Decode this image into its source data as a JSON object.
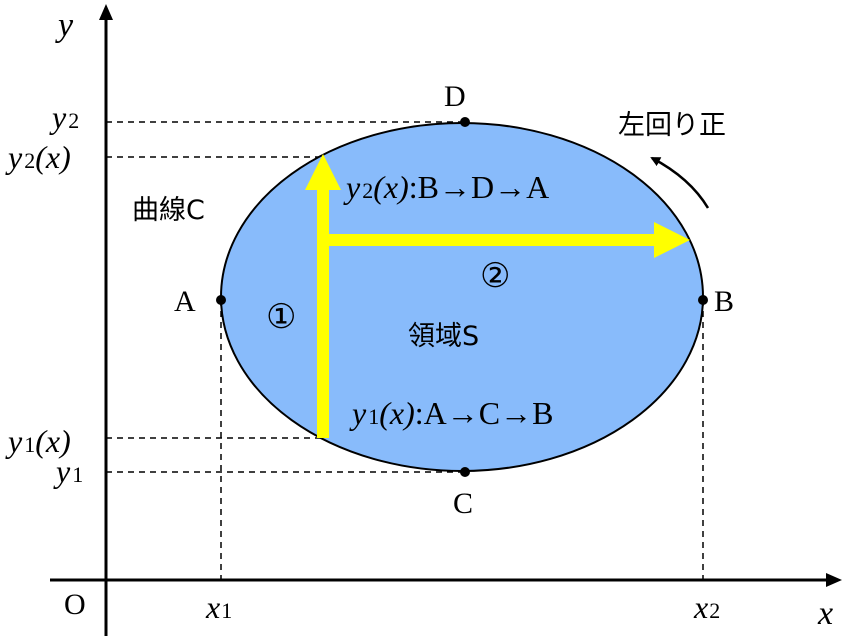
{
  "colors": {
    "region_fill": "#88bbfb",
    "arrow": "#ffff00",
    "line": "#000000"
  },
  "axes": {
    "x_label": "x",
    "y_label": "y",
    "origin": "O"
  },
  "ticks": {
    "y2": {
      "var": "y",
      "sub": "2"
    },
    "y2x": {
      "var": "y",
      "sub": "2",
      "arg": "(x)"
    },
    "y1x": {
      "var": "y",
      "sub": "1",
      "arg": "(x)"
    },
    "y1": {
      "var": "y",
      "sub": "1"
    },
    "x1": {
      "var": "x",
      "sub": "1"
    },
    "x2": {
      "var": "x",
      "sub": "2"
    }
  },
  "points": {
    "A": "A",
    "B": "B",
    "C": "C",
    "D": "D"
  },
  "labels": {
    "curve": "曲線C",
    "region": "領域S",
    "direction": "左回り正",
    "step1": "①",
    "step2": "②",
    "upper": {
      "var": "y",
      "sub": "2",
      "arg": "(x)",
      "path": ":B→D→A"
    },
    "lower": {
      "var": "y",
      "sub": "1",
      "arg": "(x)",
      "path": ":A→C→B"
    }
  }
}
